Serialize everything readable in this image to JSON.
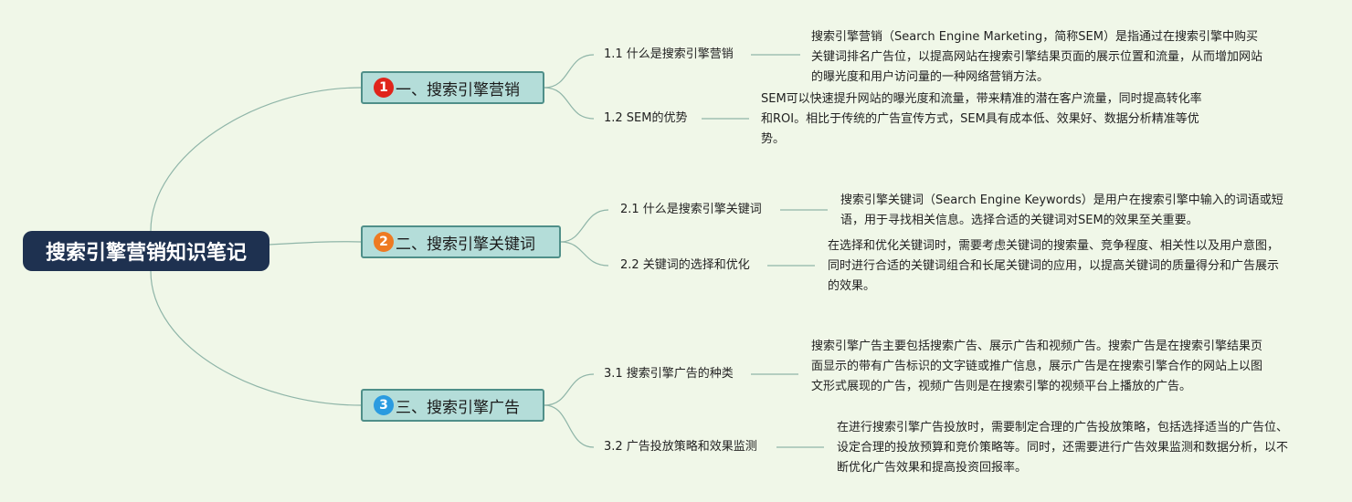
{
  "root": {
    "title": "搜索引擎营销知识笔记"
  },
  "colors": {
    "background": "#f0f7e8",
    "root_fill": "#1e3150",
    "branch_fill": "#b4ddd9",
    "branch_border": "#4f8f89",
    "connector": "#8fb5a8",
    "badge_1": "#e0241b",
    "badge_2": "#ee7a22",
    "badge_3": "#2b9be0"
  },
  "branches": [
    {
      "badge": "1",
      "label": "一、搜索引擎营销",
      "children": [
        {
          "label": "1.1 什么是搜索引擎营销",
          "text": "搜索引擎营销（Search Engine Marketing，简称SEM）是指通过在搜索引擎中购买关键词排名广告位，以提高网站在搜索引擎结果页面的展示位置和流量，从而增加网站的曝光度和用户访问量的一种网络营销方法。"
        },
        {
          "label": "1.2 SEM的优势",
          "text": "SEM可以快速提升网站的曝光度和流量，带来精准的潜在客户流量，同时提高转化率和ROI。相比于传统的广告宣传方式，SEM具有成本低、效果好、数据分析精准等优势。"
        }
      ]
    },
    {
      "badge": "2",
      "label": "二、搜索引擎关键词",
      "children": [
        {
          "label": "2.1 什么是搜索引擎关键词",
          "text": "搜索引擎关键词（Search Engine Keywords）是用户在搜索引擎中输入的词语或短语，用于寻找相关信息。选择合适的关键词对SEM的效果至关重要。"
        },
        {
          "label": "2.2 关键词的选择和优化",
          "text": "在选择和优化关键词时，需要考虑关键词的搜索量、竞争程度、相关性以及用户意图，同时进行合适的关键词组合和长尾关键词的应用，以提高关键词的质量得分和广告展示的效果。"
        }
      ]
    },
    {
      "badge": "3",
      "label": "三、搜索引擎广告",
      "children": [
        {
          "label": "3.1 搜索引擎广告的种类",
          "text": "搜索引擎广告主要包括搜索广告、展示广告和视频广告。搜索广告是在搜索引擎结果页面显示的带有广告标识的文字链或推广信息，展示广告是在搜索引擎合作的网站上以图文形式展现的广告，视频广告则是在搜索引擎的视频平台上播放的广告。"
        },
        {
          "label": "3.2 广告投放策略和效果监测",
          "text": "在进行搜索引擎广告投放时，需要制定合理的广告投放策略，包括选择适当的广告位、设定合理的投放预算和竞价策略等。同时，还需要进行广告效果监测和数据分析，以不断优化广告效果和提高投资回报率。"
        }
      ]
    }
  ]
}
